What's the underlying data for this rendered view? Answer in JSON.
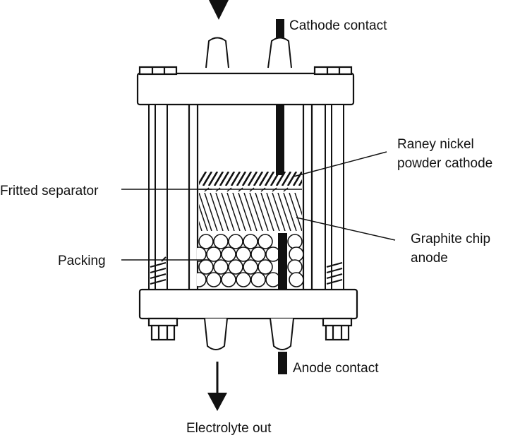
{
  "labels": {
    "cathode_contact": "Cathode contact",
    "raney_line1": "Raney nickel",
    "raney_line2": "powder cathode",
    "fritted_separator": "Fritted separator",
    "graphite_line1": "Graphite chip",
    "graphite_line2": "anode",
    "packing": "Packing",
    "anode_contact": "Anode contact",
    "electrolyte_out": "Electrolyte out"
  },
  "colors": {
    "ink": "#111111",
    "background": "#ffffff"
  }
}
